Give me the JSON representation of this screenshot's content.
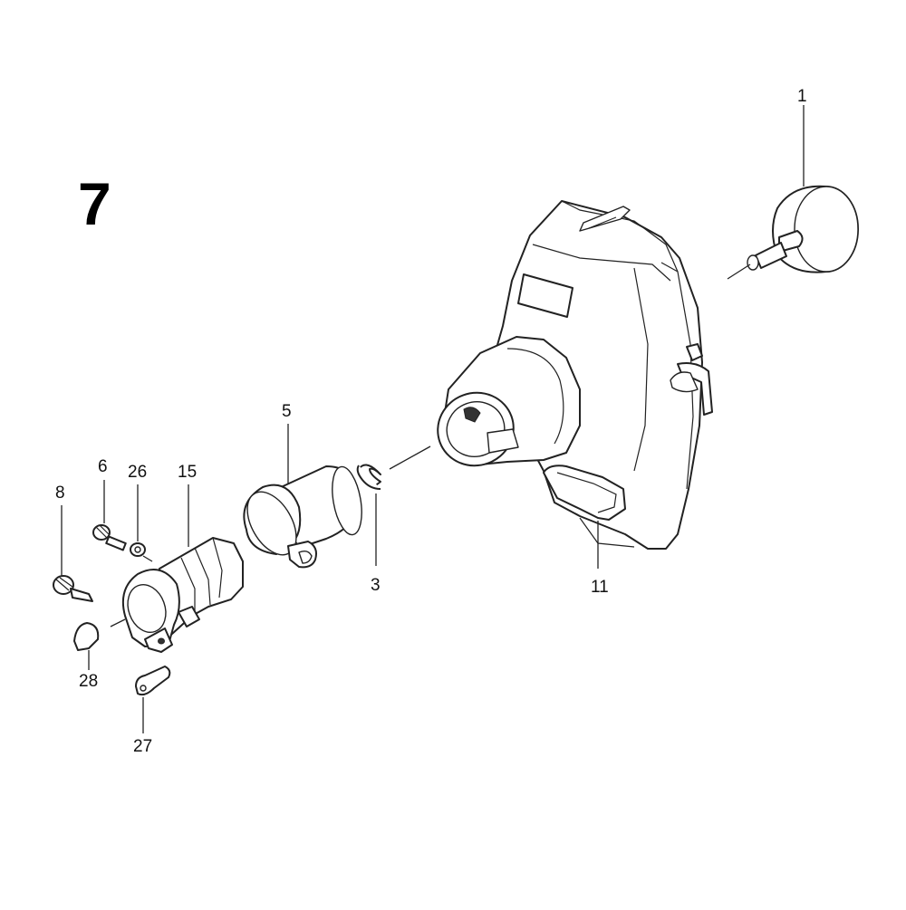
{
  "figure_number": "7",
  "callouts": {
    "p1": "1",
    "p3": "3",
    "p5": "5",
    "p6": "6",
    "p8": "8",
    "p11": "11",
    "p15": "15",
    "p26": "26",
    "p27": "27",
    "p28": "28"
  }
}
